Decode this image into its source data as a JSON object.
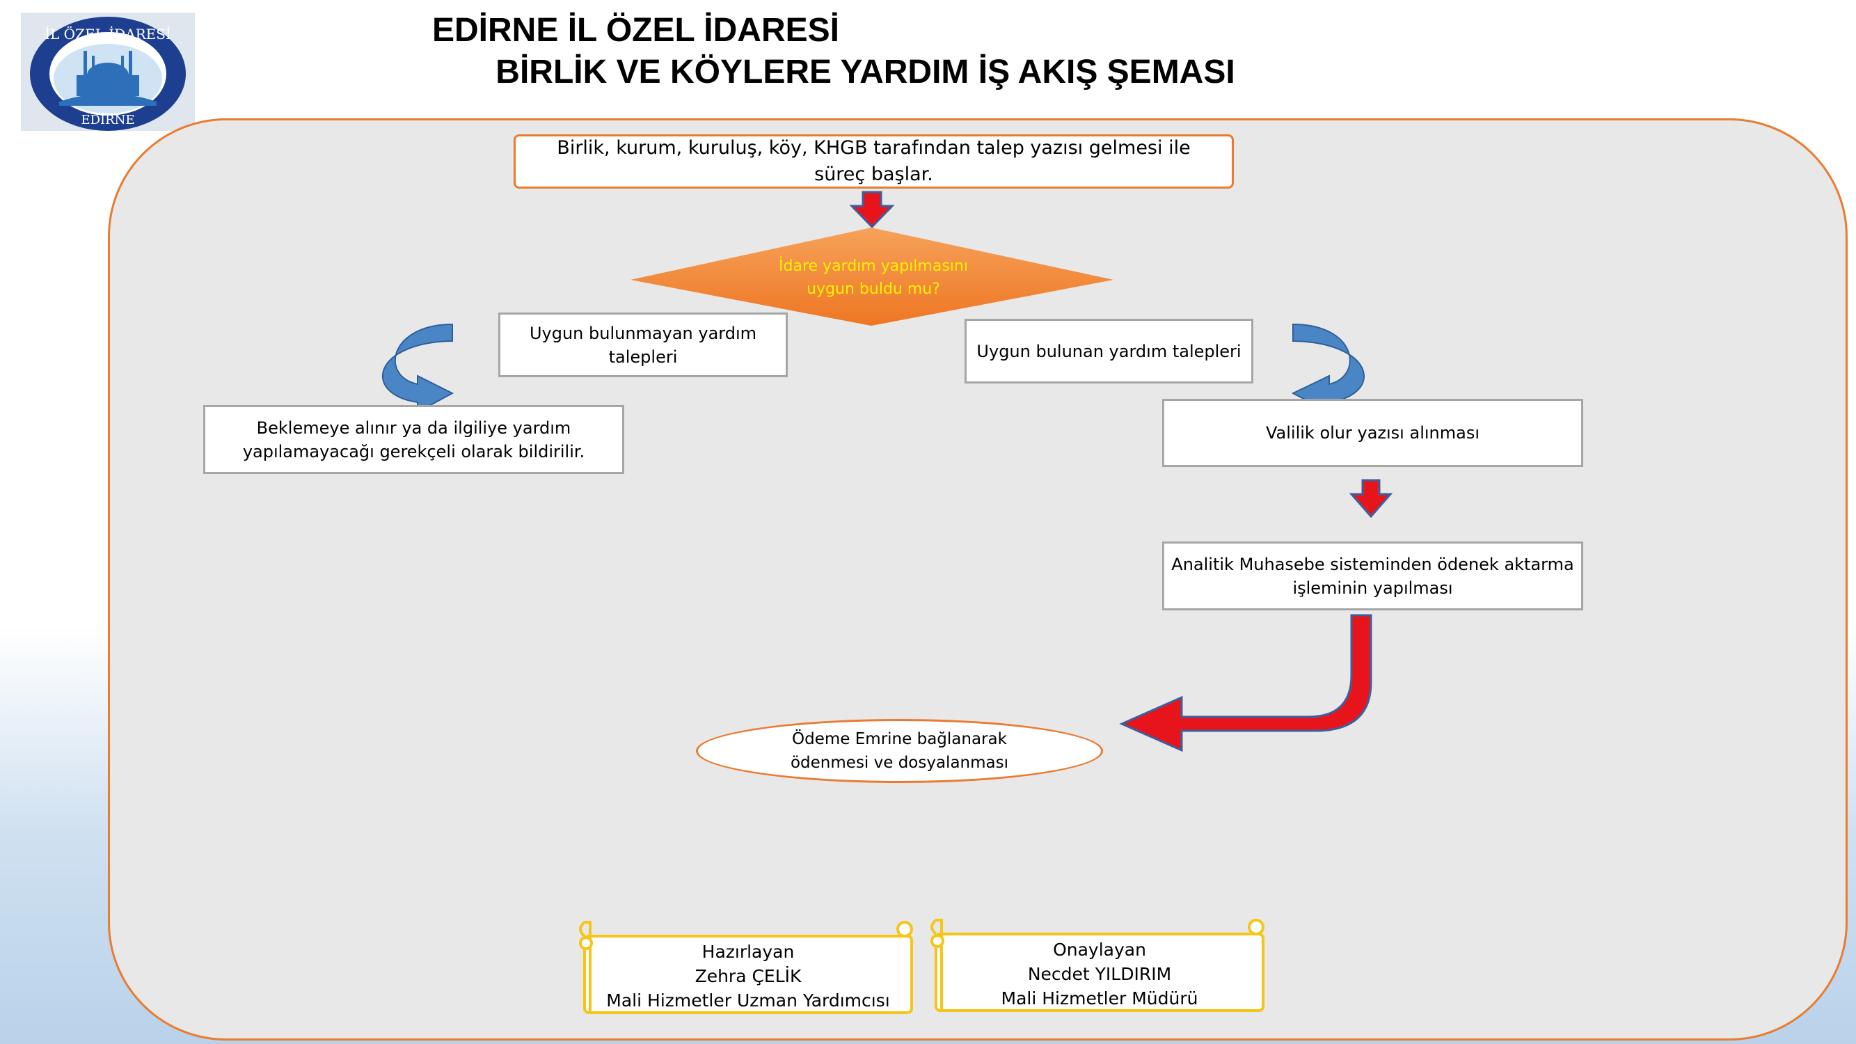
{
  "header": {
    "title_line1": "EDİRNE İL ÖZEL İDARESİ",
    "title_line2": "BİRLİK VE KÖYLERE YARDIM İŞ AKIŞ ŞEMASI"
  },
  "logo": {
    "ring_text_top": "İL ÖZEL İDARESİ",
    "ring_text_bottom": "EDİRNE"
  },
  "flow": {
    "start": "Birlik,  kurum, kuruluş, köy, KHGB tarafından talep  yazısı gelmesi ile\nsüreç başlar.",
    "decision": "İdare yardım yapılmasını\nuygun buldu mu?",
    "no_branch": "Uygun bulunmayan yardım\ntalepleri",
    "yes_branch": "Uygun bulunan yardım talepleri",
    "no_result": "Beklemeye alınır ya da  ilgiliye yardım\nyapılamayacağı gerekçeli olarak  bildirilir.",
    "governor": "Valilik olur yazısı  alınması",
    "accounting": "Analitik Muhasebe sisteminden  ödenek aktarma\nişleminin yapılması",
    "end": "Ödeme  Emrine bağlanarak\nödenmesi ve dosyalanması"
  },
  "signatures": {
    "prepared": {
      "role": "Hazırlayan",
      "name": "Zehra ÇELİK",
      "title": "Mali Hizmetler Uzman Yardımcısı"
    },
    "approved": {
      "role": "Onaylayan",
      "name": "Necdet YILDIRIM",
      "title": "Mali Hizmetler Müdürü"
    }
  },
  "colors": {
    "panel_border": "#ea7b30",
    "decision_fill": "#f07f2a",
    "decision_text": "#fff200",
    "arrow_red": "#e8141c",
    "arrow_blue": "#4a86c5",
    "scroll_border": "#f5c518"
  }
}
